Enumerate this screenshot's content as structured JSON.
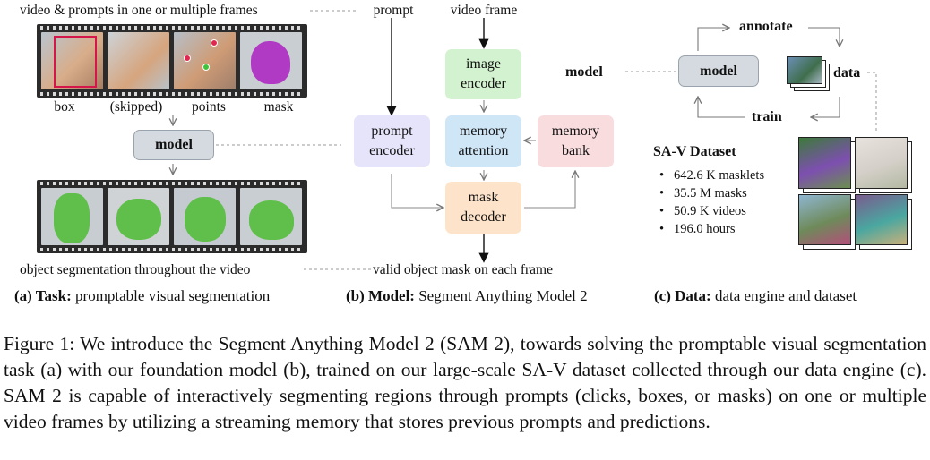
{
  "task_panel": {
    "top_label": "video & prompts in one or multiple frames",
    "frame_labels": [
      "box",
      "(skipped)",
      "points",
      "mask"
    ],
    "model_label": "model",
    "bottom_label": "object segmentation throughout the video",
    "caption_prefix": "(a) Task:",
    "caption_text": " promptable visual segmentation"
  },
  "model_panel": {
    "prompt_label": "prompt",
    "video_frame_label": "video frame",
    "title": "model",
    "blocks": {
      "image_encoder": "image\nencoder",
      "prompt_encoder": "prompt\nencoder",
      "memory_attention": "memory\nattention",
      "memory_bank": "memory\nbank",
      "mask_decoder": "mask\ndecoder"
    },
    "output_label": "valid object mask on each frame",
    "caption_prefix": "(b) Model:",
    "caption_text": " Segment Anything Model 2"
  },
  "data_panel": {
    "annotate_label": "annotate",
    "model_label": "model",
    "data_label": "data",
    "train_label": "train",
    "dataset_title": "SA-V Dataset",
    "stats": [
      "642.6 K masklets",
      "35.5 M masks",
      "50.9 K videos",
      "196.0 hours"
    ],
    "caption_prefix": "(c) Data:",
    "caption_text": " data engine and dataset"
  },
  "figure_caption": "Figure 1: We introduce the Segment Anything Model 2 (SAM 2), towards solving the promptable visual segmentation task (a) with our foundation model (b), trained on our large-scale SA-V dataset collected through our data engine (c). SAM 2 is capable of interactively segmenting regions through prompts (clicks, boxes, or masks) on one or multiple video frames by utilizing a streaming memory that stores previous prompts and predictions.",
  "colors": {
    "image_encoder": "#d3f2cf",
    "prompt_encoder": "#e5e4fb",
    "memory_attention": "#cfe6f7",
    "memory_bank": "#f9dcde",
    "mask_decoder": "#fde3c9",
    "model_panel_bg": "#e3e5e9",
    "dataset_bg": "#e4f6e4",
    "mask_green": "#5fbf4a",
    "mask_purple": "#b03ac4",
    "box_red": "#d4164b"
  }
}
